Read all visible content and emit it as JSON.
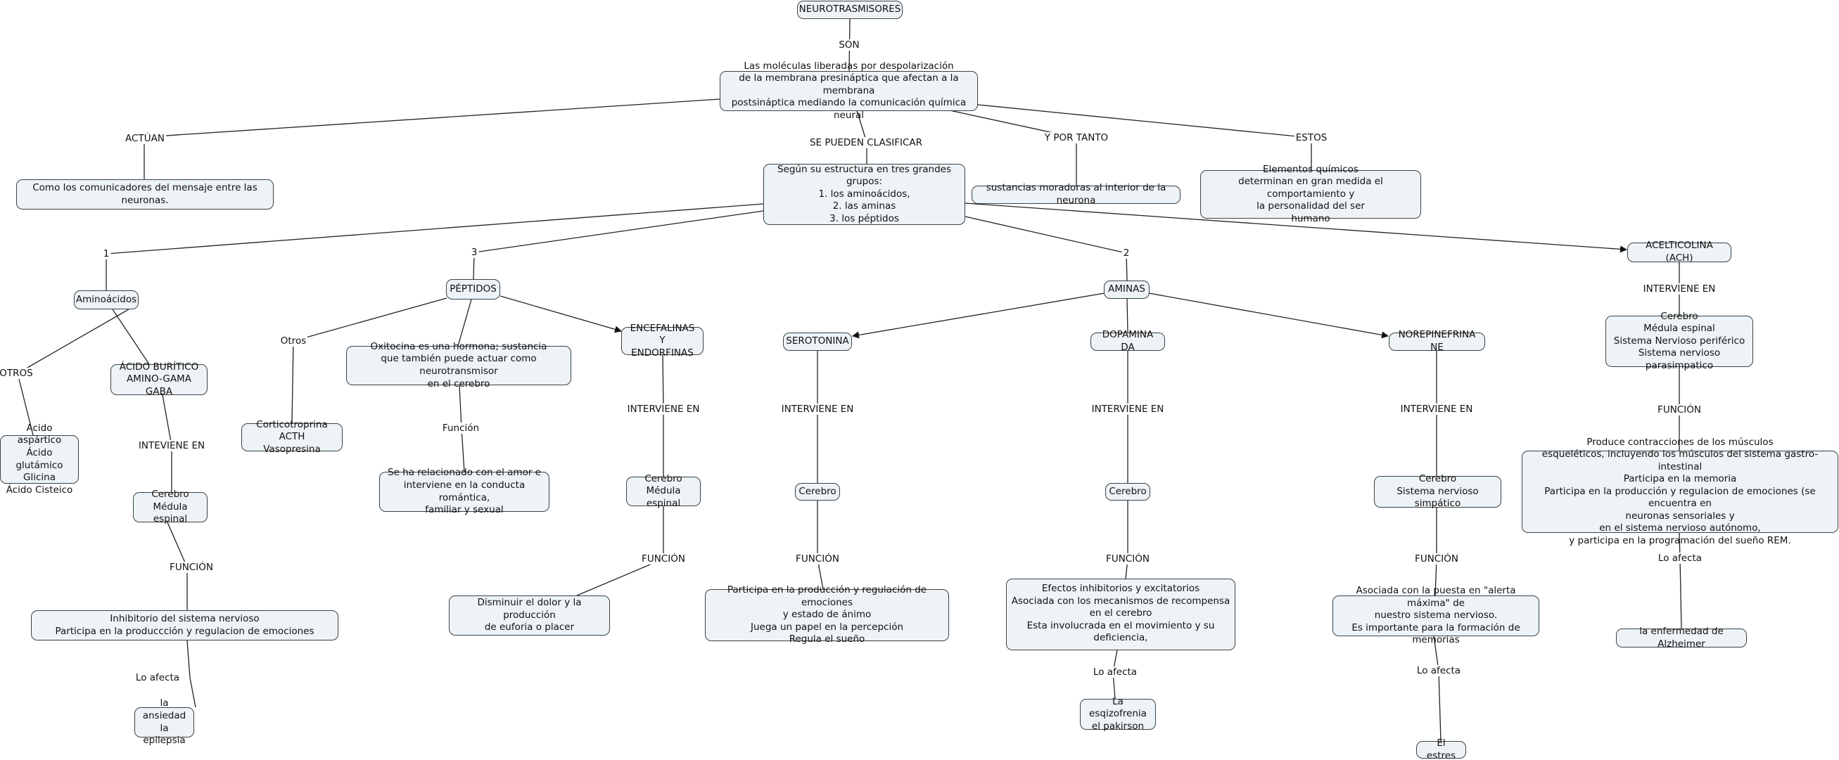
{
  "nodes": {
    "root": "NEUROTRASMISORES",
    "def": "Las moléculas liberadas por despolarización\nde la membrana presináptica que afectan a la membrana\npostsináptica mediando la comunicación química neural",
    "comunicadores": "Como los comunicadores del mensaje entre las neuronas.",
    "grupos": "Según su estructura en tres grandes grupos:\n1. los aminoácidos,\n2. las aminas\n3. los péptidos",
    "moradoras": "sustancias moradoras al interior de la neurona",
    "quimicos": "Elementos químicos\ndeterminan en gran medida el comportamiento y\nla personalidad del ser\nhumano",
    "aminoacidos": "Aminoácidos",
    "peptidos": "PÉPTIDOS",
    "encefalinas": "ENCEFALINAS Y\nENDORFINAS",
    "aminas": "AMINAS",
    "ach": "ACELTICOLINA (ACH)",
    "otros_list": "Acido aspártico\nÁcido glutámico\nGlicina\nÁcido Cisteico",
    "gaba": "ÁCIDO BURÍTICO\nAMINO-GAMA GABA",
    "gaba_cerebro": "Cerebro\nMédula espinal",
    "gaba_funcion": "Inhibitorio del sistema nervioso\nParticipa en la produccción y regulacion de emociones",
    "gaba_afecta": "la ansiedad\nla epilepsia",
    "acth": "Corticotroprina ACTH\nVasopresina",
    "oxitocina": "Oxitocina es una hormona; sustancia\nque también puede actuar como neurotransmisor\nen el cerebro",
    "amor": "Se ha relacionado con el amor e\ninterviene en la conducta romántica,\nfamiliar y sexual",
    "enc_cerebro": "Cerebro\nMédula espinal",
    "dolor": "Disminuir el dolor y la producción\nde euforia o placer",
    "serotonina": "SEROTONINA",
    "ser_cerebro": "Cerebro",
    "ser_funcion": "Participa en la producción y regulación de emociones\ny estado de ánimo\nJuega un papel en la percepción\nRegula el sueño",
    "dopamina": "DOPAMINA DA",
    "dop_cerebro": "Cerebro",
    "dop_funcion": "Efectos inhibitorios y excitatorios\nAsociada con los mecanismos de recompensa\nen el cerebro\nEsta involucrada en el movimiento y su deficiencia,",
    "dop_afecta": "La esqizofrenia\nel pakirson",
    "nore": "NOREPINEFRINA NE",
    "nore_cerebro": "Cerebro\nSistema nervioso simpático",
    "nore_funcion": "Asociada con la puesta en \"alerta máxima\" de\nnuestro sistema nervioso.\nEs importante para la formación de memorias",
    "nore_afecta": "El estres",
    "ach_cerebro": "Cerebro\nMédula espinal\nSistema Nervioso periférico\nSistema nervioso parasimpatico",
    "ach_funcion": "Produce contracciones de los músculos\nesqueléticos, incluyendo los músculos del sistema gastro-intestinal\nParticipa en la memoria\nParticipa en la producción y regulacion de emociones (se encuentra en\nneuronas sensoriales y\nen el sistema nervioso autónomo,\ny participa en la programación del sueño REM.",
    "ach_afecta": "la enfermedad de Alzheimer"
  },
  "labels": {
    "son": "SON",
    "actuan": "ACTÚAN",
    "clasificar": "SE PUEDEN CLASIFICAR",
    "portanto": "Y POR TANTO",
    "estos": "ESTOS",
    "uno": "1",
    "tres": "3",
    "dos": "2",
    "otros_lbl": "OTROS",
    "otros_pep": "Otros",
    "gaba_inter": "INTEVIENE EN",
    "gaba_func": "FUNCIÓN",
    "gaba_afecta_lbl": "Lo afecta",
    "oxi_func": "Función",
    "enc_inter": "INTERVIENE EN",
    "enc_func": "FUNCIÓN",
    "ser_inter": "INTERVIENE EN",
    "ser_func": "FUNCIÓN",
    "dop_inter": "INTERVIENE EN",
    "dop_func": "FUNCIÓN",
    "dop_afecta_lbl": "Lo afecta",
    "nore_inter": "INTERVIENE EN",
    "nore_func": "FUNCIÓN",
    "nore_afecta_lbl": "Lo afecta",
    "ach_inter": "INTERVIENE EN",
    "ach_func": "FUNCIÓN",
    "ach_afecta_lbl": "Lo afecta"
  }
}
